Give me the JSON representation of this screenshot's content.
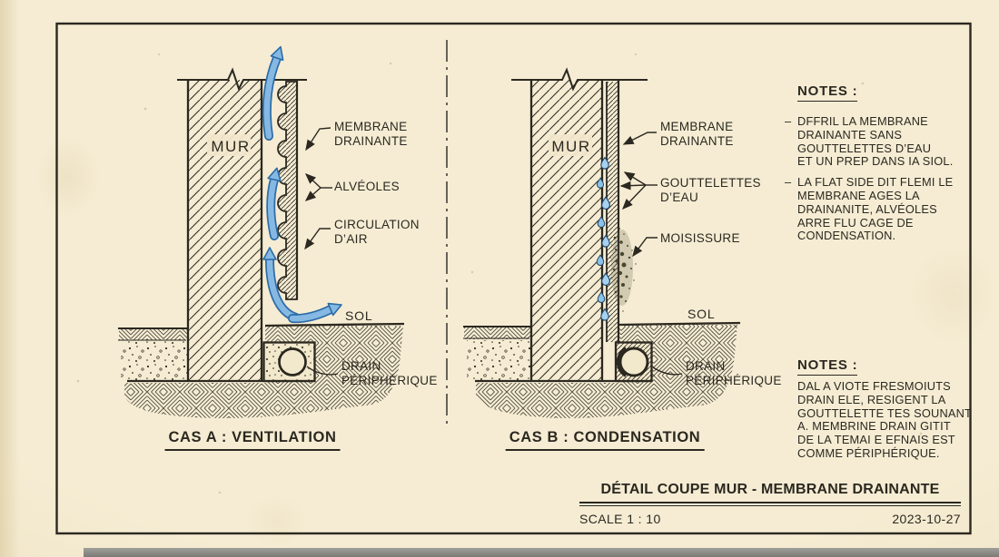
{
  "colors": {
    "ink": "#2b2820",
    "paper": "#f2e8cc",
    "arrow_blue_fill": "#85b9e4",
    "arrow_blue_outline": "#2d6ba6",
    "water_drop": "#a6d2ef",
    "mold": "#3e3c26"
  },
  "case_a": {
    "wall_label": "MUR",
    "caption": "CAS A : VENTILATION",
    "labels": {
      "membrane": "MEMBRANE\nDRAINANTE",
      "alveoles": "ALVÉOLES",
      "circulation": "CIRCULATION\nD’AIR",
      "sol": "SOL",
      "drain": "DRAIN\nPÉRIPHÉRIQUE"
    }
  },
  "case_b": {
    "wall_label": "MUR",
    "caption": "CAS B : CONDENSATION",
    "labels": {
      "membrane": "MEMBRANE\nDRAINANTE",
      "gouttelettes": "GOUTTELETTES\nD’EAU",
      "moisissure": "MOISISSURE",
      "sol": "SOL",
      "drain": "DRAIN\nPÉRIPHÉRIQUE"
    }
  },
  "notes_top": {
    "heading": "NOTES :",
    "dash": "–",
    "items": [
      "DFFRIL LA MEMBRANE\nDRAINANTE SANS\nGOUTTELETTES D’EAU\nET UN PREP DANS IA SIOL.",
      "LA FLAT SIDE DIT FLEMI LE\nMEMBRANE AGES LA\nDRAINANITE, ALVÉOLES\nARRE FLU CAGE DE\nCONDENSATION."
    ]
  },
  "notes_bottom": {
    "heading": "NOTES :",
    "body": "DAL A VIOTE FRESMOIUTS\nDRAIN ELE, RESIGENT LA\nGOUTTELETTE TES SOUNANT\nA. MEMBRINE DRAIN GITIT\nDE LA TEMAI E EFNAIS EST\nCOMME PÉRIPHÉRIQUE."
  },
  "title_block": {
    "title": "DÉTAIL COUPE MUR - MEMBRANE DRAINANTE",
    "scale": "SCALE 1 : 10",
    "date": "2023-10-27"
  }
}
